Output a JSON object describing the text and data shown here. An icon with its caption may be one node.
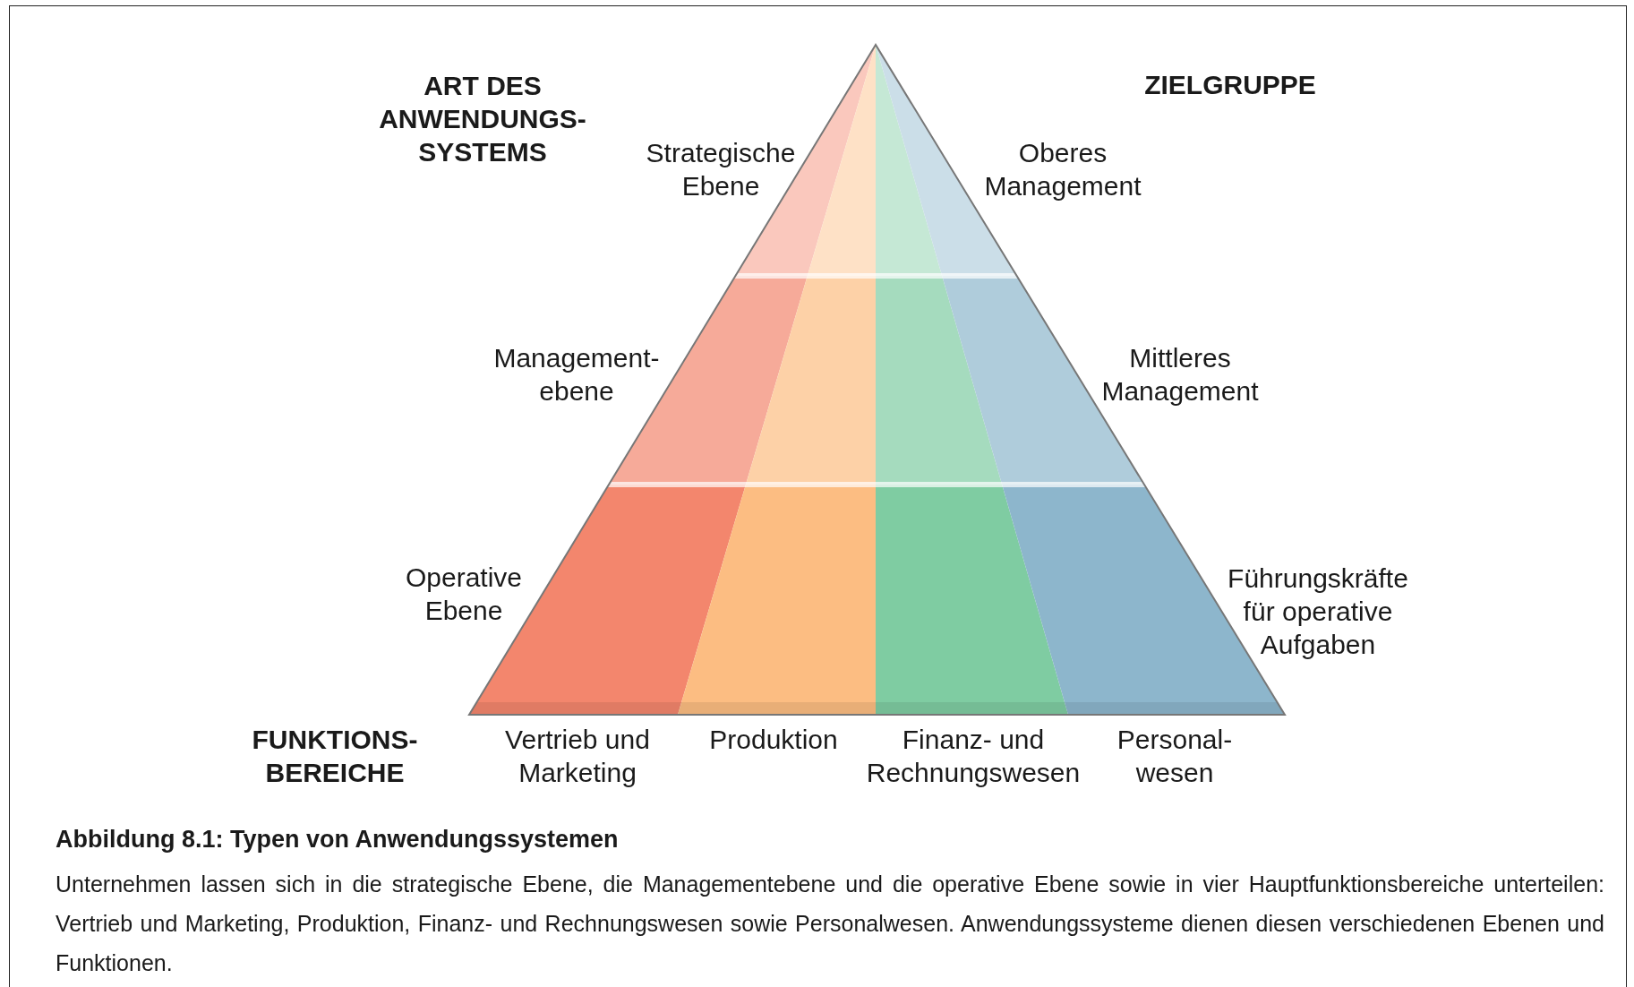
{
  "diagram": {
    "title": "Abbildung 8.1: Typen von Anwendungssystemen",
    "caption": "Unternehmen lassen sich in die strategische Ebene, die Managementebene und die operative Ebene sowie in vier Hauptfunktionsbereiche unterteilen: Vertrieb und Marketing, Produktion, Finanz- und Rechnungswesen sowie Personalwesen. Anwendungssysteme dienen diesen verschiedenen Ebenen und Funktionen.",
    "labels": [
      "ART DES ANWENDUNGS- SYSTEMS",
      "ZIELGRUPPE",
      "Strategische Ebene",
      "Oberes Management",
      "Management- ebene",
      "Mittleres Management",
      "Operative Ebene",
      "Führungskräfte für operative Aufgaben",
      "FUNKTIONS- BEREICHE",
      "Vertrieb und Marketing",
      "Produktion",
      "Finanz- und Rechnungswesen",
      "Personal- wesen"
    ]
  }
}
